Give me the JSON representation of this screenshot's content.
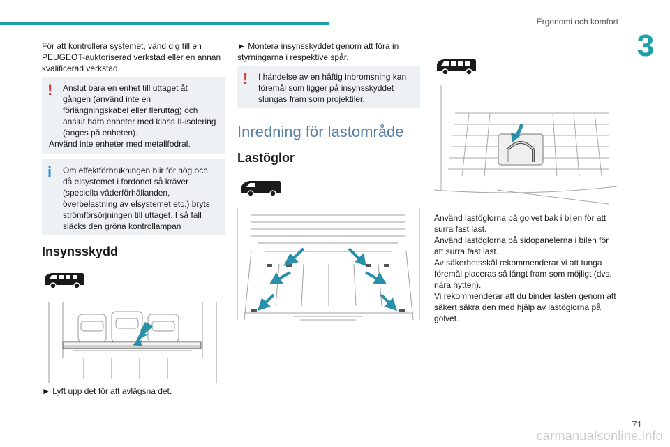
{
  "header": {
    "title": "Ergonomi och komfort",
    "chapter": "3",
    "page_number": "71",
    "watermark": "carmanualsonline.info"
  },
  "col1": {
    "intro": "För att kontrollera systemet, vänd dig till en PEUGEOT-auktoriserad verkstad eller en annan kvalificerad verkstad.",
    "warning_box": {
      "line1": "Anslut bara en enhet till uttaget åt gången (använd inte en förlängningskabel eller fleruttag) och anslut bara enheter med klass II-isolering (anges på enheten).",
      "line2": "Använd inte enheter med metallfodral."
    },
    "info_box": {
      "text": "Om effektförbrukningen blir för hög och då elsystemet i fordonet så kräver (speciella väderförhållanden, överbelastning av elsystemet etc.) bryts strömförsörjningen till uttaget. I så fall släcks den gröna kontrollampan"
    },
    "section_title": "Insynsskydd",
    "step": "► Lyft upp det för att avlägsna det."
  },
  "col2": {
    "step": "► Montera insynsskyddet genom att föra in styrningarna i respektive spår.",
    "warning_box": {
      "text": "I händelse av en häftig inbromsning kan föremål som ligger på insynsskyddet slungas fram som projektiler."
    },
    "chapter_title": "Inredning för lastområde",
    "section_title": "Lastöglor"
  },
  "col3": {
    "paragraphs": [
      "Använd lastöglorna på golvet bak i bilen för att surra fast last.",
      "Använd lastöglorna på sidopanelerna i bilen för att surra fast last.",
      "Av säkerhetsskäl rekommenderar vi att tunga föremål placeras så långt fram som möjligt (dvs. nära hytten).",
      "Vi rekommenderar att du binder lasten genom att säkert säkra den med hjälp av lastöglorna på golvet."
    ]
  },
  "colors": {
    "accent": "#1aa0a6",
    "heading_blue": "#5a7fa4",
    "warning": "#e3262f",
    "info": "#2d8fd6",
    "box_bg": "#eef1f4",
    "arrow": "#2a8fa8"
  }
}
